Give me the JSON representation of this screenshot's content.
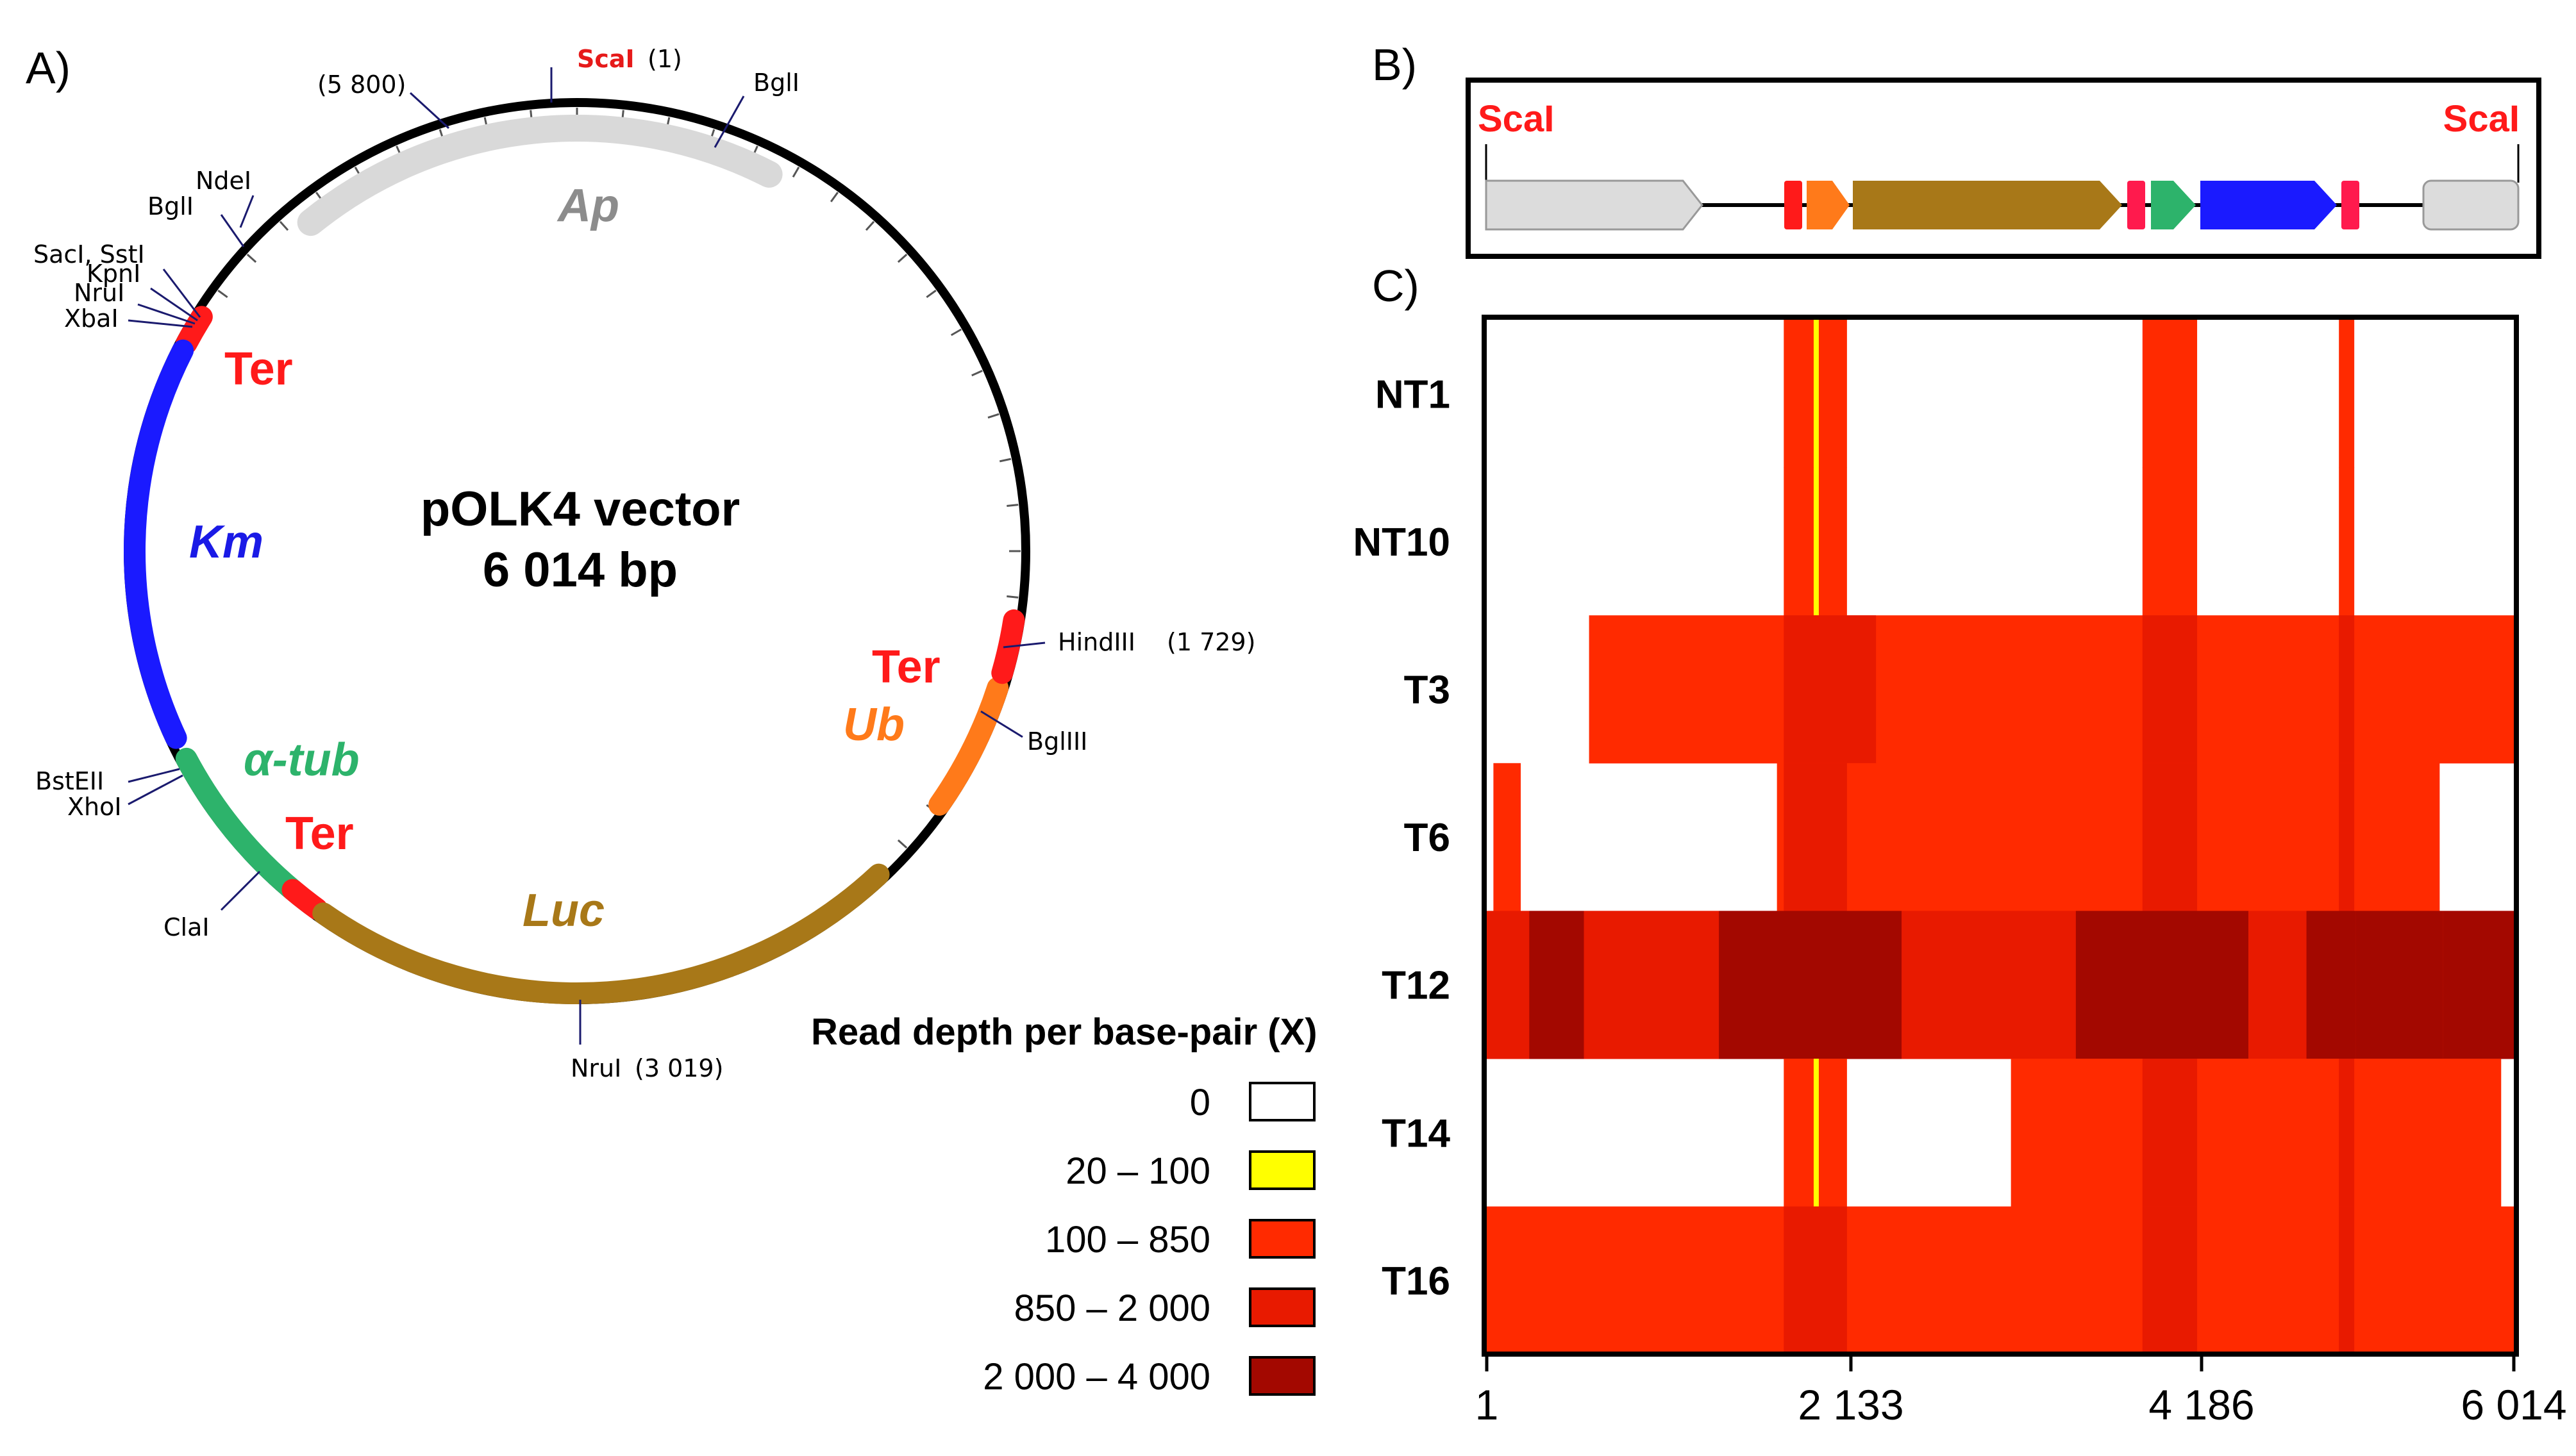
{
  "panels": {
    "a": "A)",
    "b": "B)",
    "c": "C)"
  },
  "plasmid": {
    "name": "pOLK4 vector",
    "size": "6 014 bp",
    "total_bp": 6014,
    "sites": [
      {
        "name": "ScaI",
        "pos": "(1)",
        "highlight": true
      },
      {
        "name": "(5 800)",
        "pos": ""
      },
      {
        "name": "BglI",
        "pos": ""
      },
      {
        "name": "NdeI",
        "pos": ""
      },
      {
        "name": "BglI",
        "pos": ""
      },
      {
        "name": "SacI, SstI",
        "pos": ""
      },
      {
        "name": "KpnI",
        "pos": ""
      },
      {
        "name": "NruI",
        "pos": ""
      },
      {
        "name": "XbaI",
        "pos": ""
      },
      {
        "name": "HindIII",
        "pos": "(1 729)"
      },
      {
        "name": "BglIII",
        "pos": ""
      },
      {
        "name": "NruI",
        "pos": "(3 019)"
      },
      {
        "name": "ClaI",
        "pos": ""
      },
      {
        "name": "BstEII",
        "pos": ""
      },
      {
        "name": "XhoI",
        "pos": ""
      }
    ],
    "features": [
      {
        "name": "Ap",
        "color": "#d9d9d9",
        "label_color": "#8c8c8c"
      },
      {
        "name": "Ter",
        "color": "#ff1a1a"
      },
      {
        "name": "Km",
        "color": "#1a1aff",
        "label_color": "#1a1ae6"
      },
      {
        "name": "α-tub",
        "color": "#2db36b",
        "label_color": "#2db36b"
      },
      {
        "name": "Ter",
        "color": "#ff1a1a"
      },
      {
        "name": "Luc",
        "color": "#a87818",
        "label_color": "#a87818"
      },
      {
        "name": "Ub",
        "color": "#ff7a1a",
        "label_color": "#ff7a1a"
      },
      {
        "name": "Ter",
        "color": "#ff1a1a"
      }
    ]
  },
  "linear_map": {
    "left_label": "ScaI",
    "right_label": "ScaI",
    "elements": [
      {
        "color": "#dcdcdc"
      },
      {
        "color": "#ff1a1a"
      },
      {
        "color": "#ff7a1a"
      },
      {
        "color": "#a87818"
      },
      {
        "color": "#ff1a4d"
      },
      {
        "color": "#2db36b"
      },
      {
        "color": "#1a1aff"
      },
      {
        "color": "#ff1a4d"
      },
      {
        "color": "#dcdcdc"
      }
    ]
  },
  "chart_data": {
    "type": "heatmap",
    "x_ticks": [
      1,
      2133,
      4186,
      6014
    ],
    "x_tick_labels": [
      "1",
      "2 133",
      "4 186",
      "6 014"
    ],
    "xlim": [
      1,
      6014
    ],
    "rows": [
      "NT1",
      "NT10",
      "T3",
      "T6",
      "T12",
      "T14",
      "T16"
    ],
    "legend_title": "Read depth per base-pair (X)",
    "legend": [
      {
        "label": "0",
        "color": "#ffffff"
      },
      {
        "label": "20 – 100",
        "color": "#ffff00"
      },
      {
        "label": "100 – 850",
        "color": "#ff2a00"
      },
      {
        "label": "850 – 2 000",
        "color": "#e81a00"
      },
      {
        "label": "2 000 – 4 000",
        "color": "#a30800"
      }
    ],
    "coverage": [
      {
        "row": "NT1",
        "segments": [
          [
            1740,
            1920,
            2
          ],
          [
            1915,
            1945,
            1
          ],
          [
            1945,
            2110,
            2
          ],
          [
            3840,
            4160,
            2
          ],
          [
            4990,
            5080,
            2
          ]
        ]
      },
      {
        "row": "NT10",
        "segments": [
          [
            1740,
            1920,
            2
          ],
          [
            1915,
            1945,
            1
          ],
          [
            1945,
            2110,
            2
          ],
          [
            3840,
            4160,
            2
          ],
          [
            4990,
            5080,
            2
          ]
        ]
      },
      {
        "row": "T3",
        "segments": [
          [
            600,
            6014,
            2
          ],
          [
            1740,
            2280,
            3
          ],
          [
            3840,
            4160,
            3
          ],
          [
            4990,
            5080,
            3
          ]
        ]
      },
      {
        "row": "T6",
        "segments": [
          [
            40,
            200,
            2
          ],
          [
            1700,
            5580,
            2
          ],
          [
            1740,
            2110,
            3
          ],
          [
            3840,
            4160,
            3
          ],
          [
            4990,
            5080,
            3
          ]
        ]
      },
      {
        "row": "T12",
        "segments": [
          [
            1,
            6014,
            3
          ],
          [
            1,
            250,
            3
          ],
          [
            250,
            570,
            4
          ],
          [
            570,
            1360,
            3
          ],
          [
            1360,
            2430,
            4
          ],
          [
            2430,
            2900,
            3
          ],
          [
            2900,
            3450,
            3
          ],
          [
            3450,
            4460,
            4
          ],
          [
            4460,
            4800,
            3
          ],
          [
            4800,
            5090,
            4
          ],
          [
            5090,
            5600,
            4
          ],
          [
            5600,
            6014,
            4
          ]
        ]
      },
      {
        "row": "T14",
        "segments": [
          [
            1740,
            1920,
            2
          ],
          [
            1915,
            1945,
            1
          ],
          [
            1945,
            2110,
            2
          ],
          [
            3070,
            5940,
            2
          ],
          [
            3840,
            4160,
            3
          ],
          [
            4990,
            5080,
            3
          ]
        ]
      },
      {
        "row": "T16",
        "segments": [
          [
            1,
            6014,
            2
          ],
          [
            1740,
            2110,
            3
          ],
          [
            3840,
            4160,
            3
          ],
          [
            4990,
            5080,
            3
          ]
        ]
      }
    ]
  }
}
